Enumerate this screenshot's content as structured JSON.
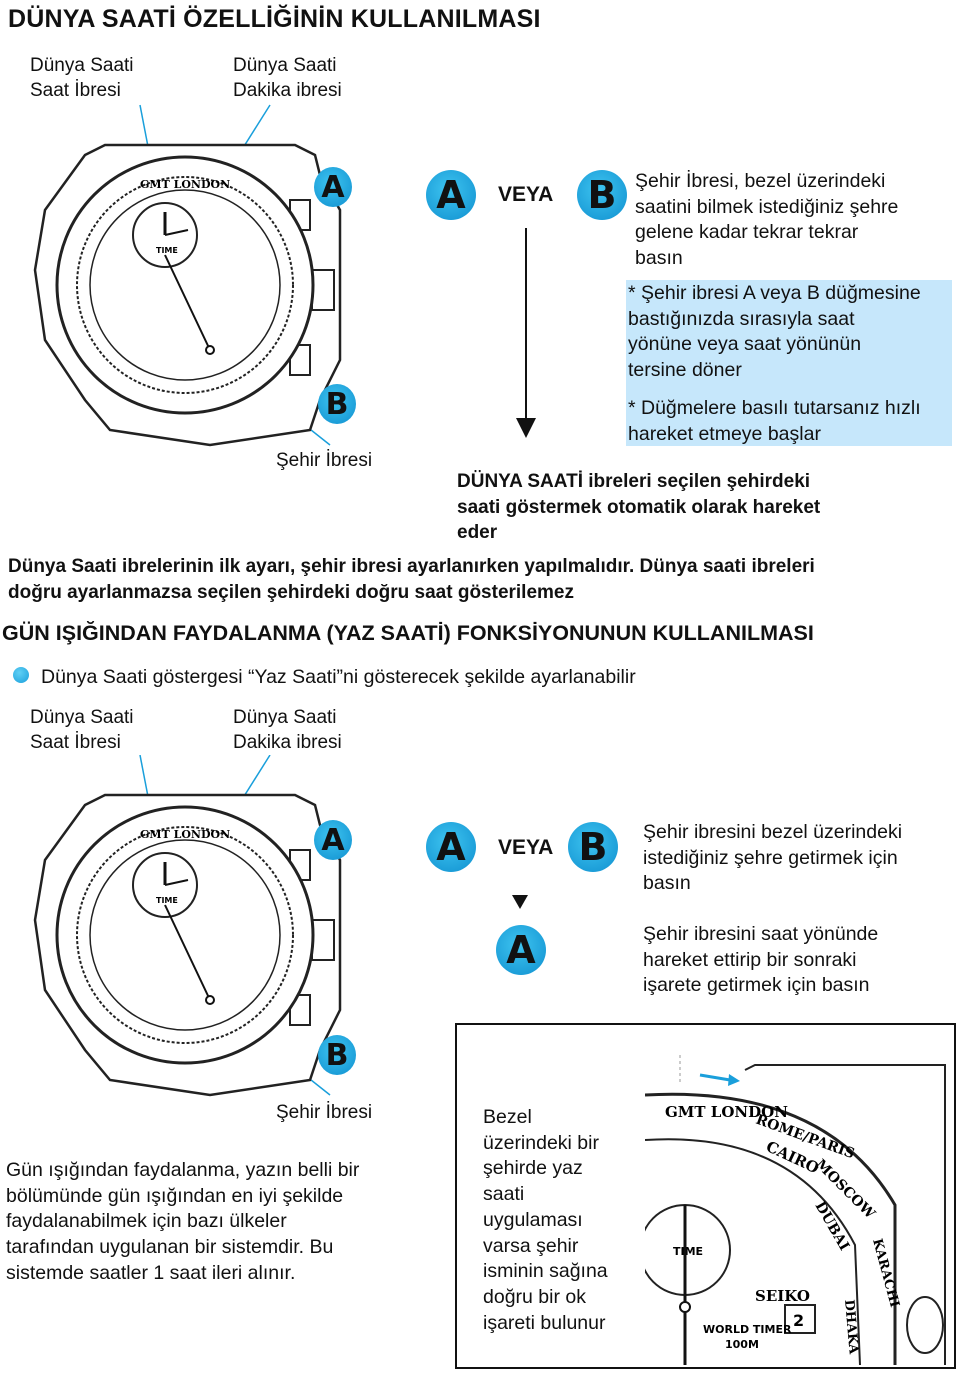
{
  "title": "DÜNYA SAATİ ÖZELLİĞİNİN KULLANILMASI",
  "section1": {
    "label_hour": [
      "Dünya Saati",
      "Saat İbresi"
    ],
    "label_minute": [
      "Dünya Saati",
      "Dakika ibresi"
    ],
    "label_city": "Şehir İbresi",
    "veya": "VEYA",
    "btn_a": "A",
    "btn_b": "B",
    "instruction": [
      "Şehir İbresi, bezel üzerindeki",
      "saatini bilmek istediğiniz şehre",
      "gelene kadar tekrar tekrar",
      "basın"
    ],
    "note1": [
      "* Şehir ibresi A veya B düğmesine",
      "bastığınızda sırasıyla saat",
      "yönüne veya saat yönünün",
      "tersine döner"
    ],
    "note2": [
      "* Düğmelere basılı tutarsanız hızlı",
      "hareket etmeye başlar"
    ],
    "result": [
      "DÜNYA SAATİ ibreleri seçilen şehirdeki",
      "saati göstermek otomatik olarak hareket",
      "eder"
    ],
    "warning": [
      "Dünya Saati ibrelerinin ilk ayarı, şehir ibresi ayarlanırken yapılmalıdır. Dünya saati ibreleri",
      "doğru ayarlanmazsa seçilen şehirdeki doğru saat gösterilemez"
    ]
  },
  "section2": {
    "title": "GÜN IŞIĞINDAN FAYDALANMA (YAZ SAATİ) FONKSİYONUNUN KULLANILMASI",
    "intro": "Dünya Saati göstergesi “Yaz Saati”ni gösterecek şekilde ayarlanabilir",
    "label_hour": [
      "Dünya Saati",
      "Saat İbresi"
    ],
    "label_minute": [
      "Dünya Saati",
      "Dakika ibresi"
    ],
    "label_city": "Şehir İbresi",
    "veya": "VEYA",
    "step1": [
      "Şehir ibresini bezel üzerindeki",
      "istediğiniz şehre getirmek için",
      "basın"
    ],
    "step2": [
      "Şehir ibresini saat yönünde",
      "hareket ettirip bir sonraki",
      "işarete getirmek için basın"
    ],
    "explain": [
      "Gün ışığından faydalanma, yazın belli bir",
      "bölümünde gün ışığından en iyi şekilde",
      "faydalanabilmek için bazı ülkeler",
      "tarafından uygulanan bir sistemdir. Bu",
      "sistemde saatler 1 saat ileri alınır."
    ],
    "bezel_note": [
      "Bezel",
      "üzerindeki bir",
      "şehirde yaz",
      "saati",
      "uygulaması",
      "varsa şehir",
      "isminin sağına",
      "doğru bir ok",
      "işareti bulunur"
    ]
  },
  "watch_text": {
    "cities_top": "GMT LONDON",
    "city_rome": "ROME/PARIS",
    "city_cairo": "CAIRO",
    "city_moscow": "MOSCOW",
    "city_dubai": "DUBAI",
    "city_karachi": "KARACHI",
    "city_dhaka": "DHAKA",
    "brand": "SEIKO",
    "model": "WORLD TIMER",
    "wr": "100M",
    "date": "2",
    "subdial": "TIME"
  },
  "colors": {
    "accent": "#1a9fdb",
    "note_bg": "#c6e7fb",
    "pointer": "#1a9fdb"
  }
}
